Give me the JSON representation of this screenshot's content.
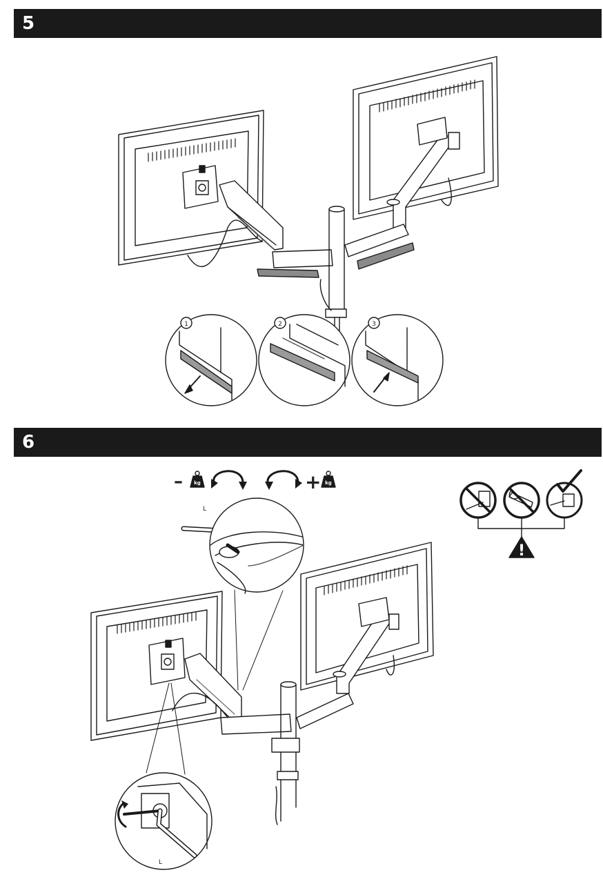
{
  "step5": {
    "number": "5",
    "callouts": [
      "1",
      "2",
      "3"
    ]
  },
  "step6": {
    "number": "6",
    "minus_sign": "–",
    "plus_sign": "+",
    "kg_label": "kg",
    "tool_label": "L",
    "warning_mark": "!"
  },
  "colors": {
    "bar": "#1a1a1a",
    "line": "#1a1a1a",
    "fill_grey": "#9a9a9a",
    "light_grey": "#e6e6e6"
  },
  "icons": [
    "kg-weight-icon",
    "rotate-ccw-icon",
    "rotate-cw-icon",
    "hex-key-icon",
    "warning-triangle-icon",
    "prohibited-icon",
    "check-icon"
  ]
}
